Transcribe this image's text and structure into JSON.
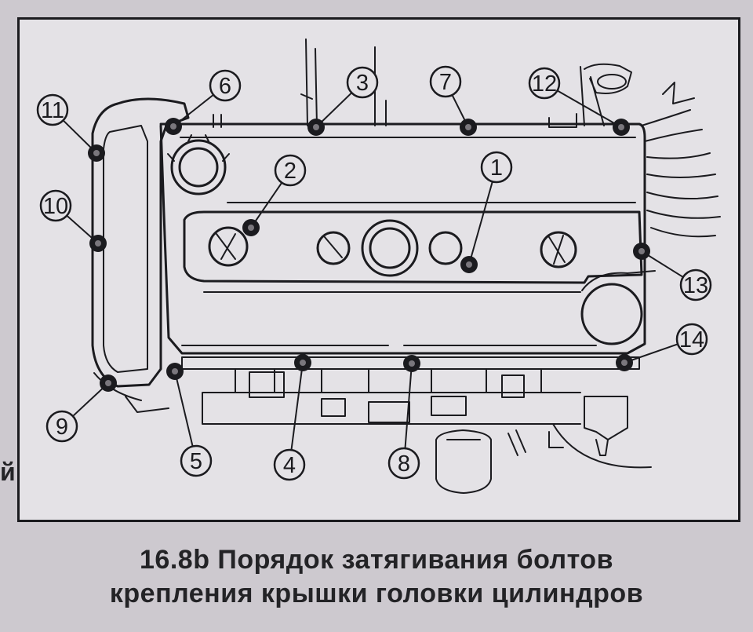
{
  "caption": {
    "line1": "16.8b Порядок затягивания болтов",
    "line2": "крепления крышки головки цилиндров"
  },
  "margin_glyph": "й",
  "callouts": [
    {
      "id": "b1",
      "label": "1"
    },
    {
      "id": "b2",
      "label": "2"
    },
    {
      "id": "b3",
      "label": "3"
    },
    {
      "id": "b4",
      "label": "4"
    },
    {
      "id": "b5",
      "label": "5"
    },
    {
      "id": "b6",
      "label": "6"
    },
    {
      "id": "b7",
      "label": "7"
    },
    {
      "id": "b8",
      "label": "8"
    },
    {
      "id": "b9",
      "label": "9"
    },
    {
      "id": "b10",
      "label": "10"
    },
    {
      "id": "b11",
      "label": "11"
    },
    {
      "id": "b12",
      "label": "12"
    },
    {
      "id": "b13",
      "label": "13"
    },
    {
      "id": "b14",
      "label": "14"
    }
  ],
  "colors": {
    "page": "#cdc9cf",
    "figure_background": "#e4e2e6",
    "ink": "#1b1b1f"
  }
}
